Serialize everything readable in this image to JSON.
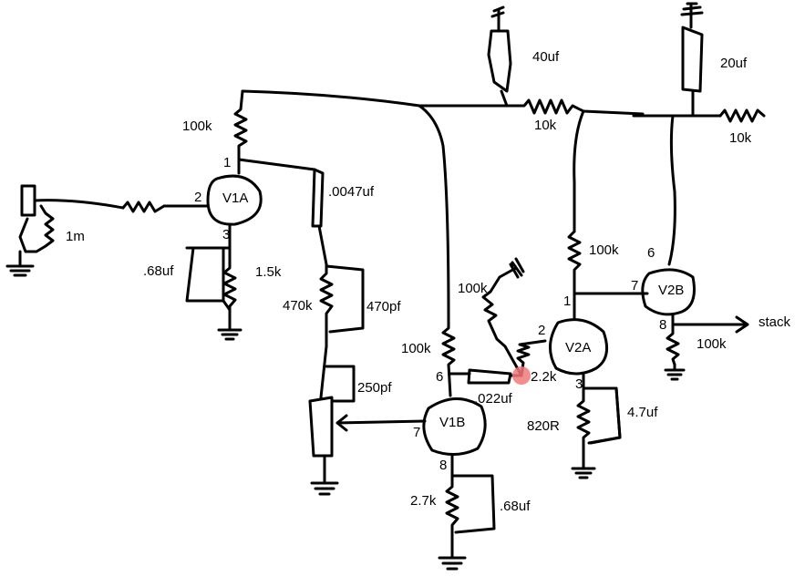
{
  "tubes": {
    "v1a": "V1A",
    "v1b": "V1B",
    "v2a": "V2A",
    "v2b": "V2B"
  },
  "components": {
    "r_100k_v1a_plate": "100k",
    "r_1m": "1m",
    "r_1_5k": "1.5k",
    "c_68uf_v1a": ".68uf",
    "c_0047uf": ".0047uf",
    "r_470k": "470k",
    "c_470pf": "470pf",
    "c_250pf": "250pf",
    "r_100k_v1b_plate": "100k",
    "r_2_7k": "2.7k",
    "c_68uf_v1b": ".68uf",
    "c_022uf": ".022uf",
    "r_100k_v2a_grid": "100k",
    "r_2_2k": "2.2k",
    "r_820r": "820R",
    "c_4_7uf": "4.7uf",
    "r_100k_v2a_plate": "100k",
    "r_100k_v2b_cathode": "100k",
    "c_40uf": "40uf",
    "c_20uf": "20uf",
    "r_10k_a": "10k",
    "r_10k_b": "10k"
  },
  "pins": {
    "v1a_plate": "1",
    "v1a_grid": "2",
    "v1a_cathode": "3",
    "v1b_plate": "6",
    "v1b_grid": "7",
    "v1b_cathode": "8",
    "v2a_plate": "1",
    "v2a_grid": "2",
    "v2a_cathode": "3",
    "v2b_plate": "6",
    "v2b_grid": "7",
    "v2b_cathode": "8"
  },
  "output_label": "stack",
  "colors": {
    "ink": "#000000",
    "highlight": "#f27a7a"
  }
}
